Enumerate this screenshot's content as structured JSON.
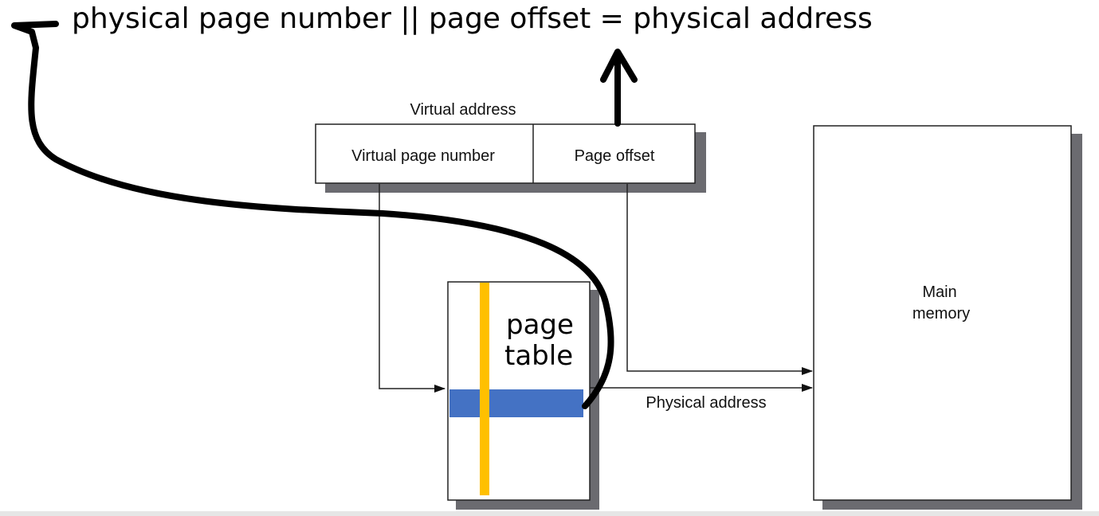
{
  "heading": "physical page number || page offset = physical address",
  "diagram": {
    "virtual_address_label": "Virtual address",
    "virtual_page_number_label": "Virtual page number",
    "page_offset_label": "Page offset",
    "page_table_label_line1": "page",
    "page_table_label_line2": "table",
    "physical_address_label": "Physical address",
    "main_memory_line1": "Main",
    "main_memory_line2": "memory"
  },
  "colors": {
    "page_table_row": "#4472c4",
    "page_table_column": "#ffc000",
    "box_shadow": "#6b6b70",
    "annotation_stroke": "#000000"
  }
}
